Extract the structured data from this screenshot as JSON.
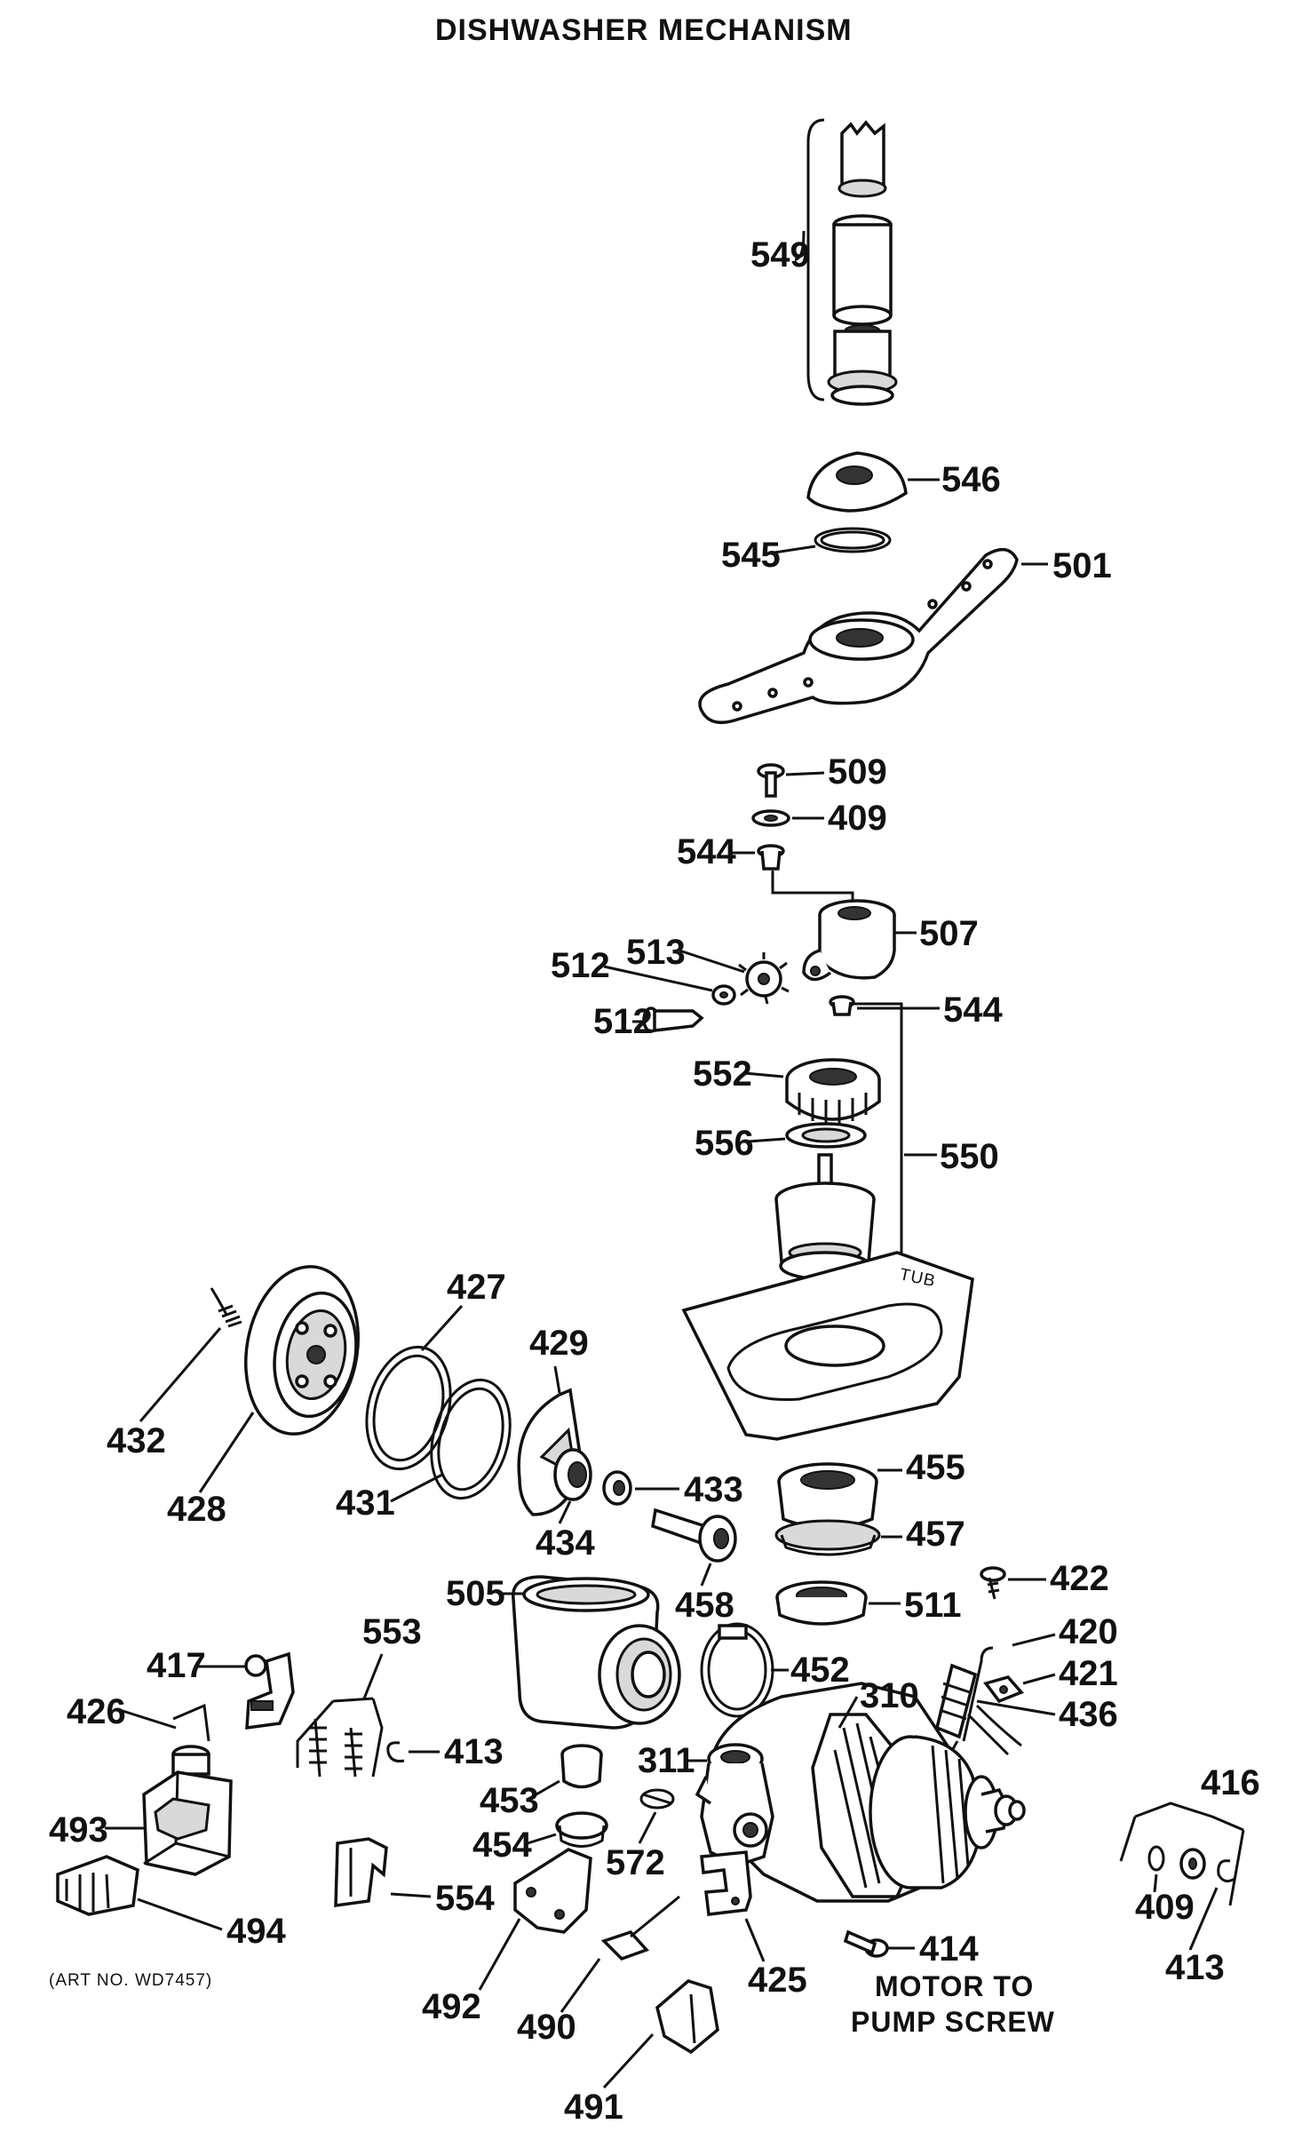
{
  "title": "DISHWASHER MECHANISM",
  "art_number": "(ART NO. WD7457)",
  "caption_line1": "MOTOR TO",
  "caption_line2": "PUMP SCREW",
  "tub_label": "TUB",
  "callouts": {
    "p549": "549",
    "p546": "546",
    "p545": "545",
    "p501": "501",
    "p509": "509",
    "p409a": "409",
    "p544a": "544",
    "p507": "507",
    "p513": "513",
    "p512a": "512",
    "p512b": "512",
    "p544b": "544",
    "p552": "552",
    "p556": "556",
    "p550": "550",
    "p427": "427",
    "p432": "432",
    "p428": "428",
    "p429": "429",
    "p431": "431",
    "p434": "434",
    "p433": "433",
    "p455": "455",
    "p457": "457",
    "p458": "458",
    "p505": "505",
    "p422": "422",
    "p511": "511",
    "p553": "553",
    "p417": "417",
    "p420": "420",
    "p421": "421",
    "p436": "436",
    "p426": "426",
    "p452": "452",
    "p310": "310",
    "p413a": "413",
    "p311": "311",
    "p453": "453",
    "p493": "493",
    "p454": "454",
    "p572": "572",
    "p416": "416",
    "p554": "554",
    "p409b": "409",
    "p494": "494",
    "p413b": "413",
    "p414": "414",
    "p425": "425",
    "p492": "492",
    "p490": "490",
    "p491": "491"
  }
}
